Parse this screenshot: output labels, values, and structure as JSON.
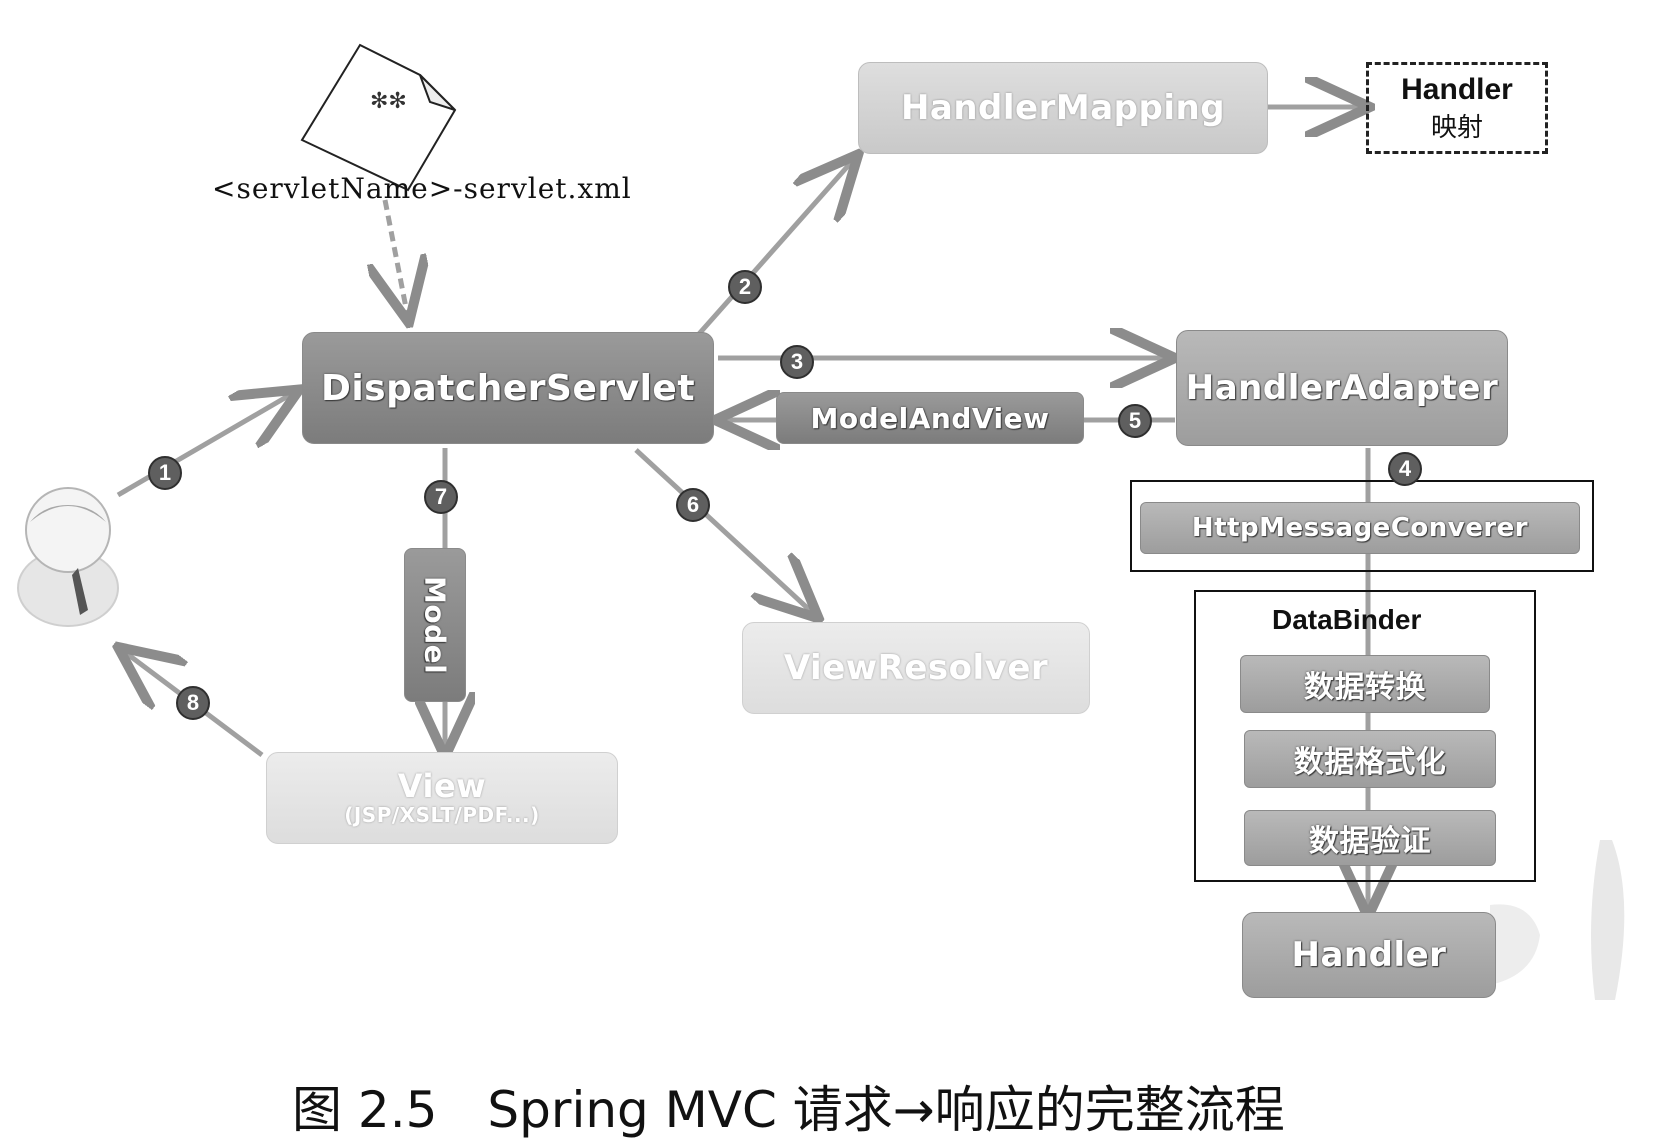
{
  "config_file": "<servletName>-servlet.xml",
  "handler_mapping": "HandlerMapping",
  "handler_map_box": {
    "line1": "Handler",
    "line2": "映射"
  },
  "dispatcher_servlet": "DispatcherServlet",
  "handler_adapter": "HandlerAdapter",
  "model_and_view": "ModelAndView",
  "http_message_converter": "HttpMessageConverer",
  "data_binder": {
    "title": "DataBinder",
    "steps": [
      "数据转换",
      "数据格式化",
      "数据验证"
    ]
  },
  "handler": "Handler",
  "view_resolver": "ViewResolver",
  "model": "Model",
  "view": {
    "line1": "View",
    "line2": "(JSP/XSLT/PDF...)"
  },
  "steps": [
    "1",
    "2",
    "3",
    "4",
    "5",
    "6",
    "7",
    "8"
  ],
  "caption": "图 2.5　Spring MVC 请求→响应的完整流程",
  "colors": {
    "box_dark": "#8a8a8a",
    "box_light": "#d4d4d4",
    "arrow": "#9a9a9a",
    "badge": "#5f5f5f"
  }
}
